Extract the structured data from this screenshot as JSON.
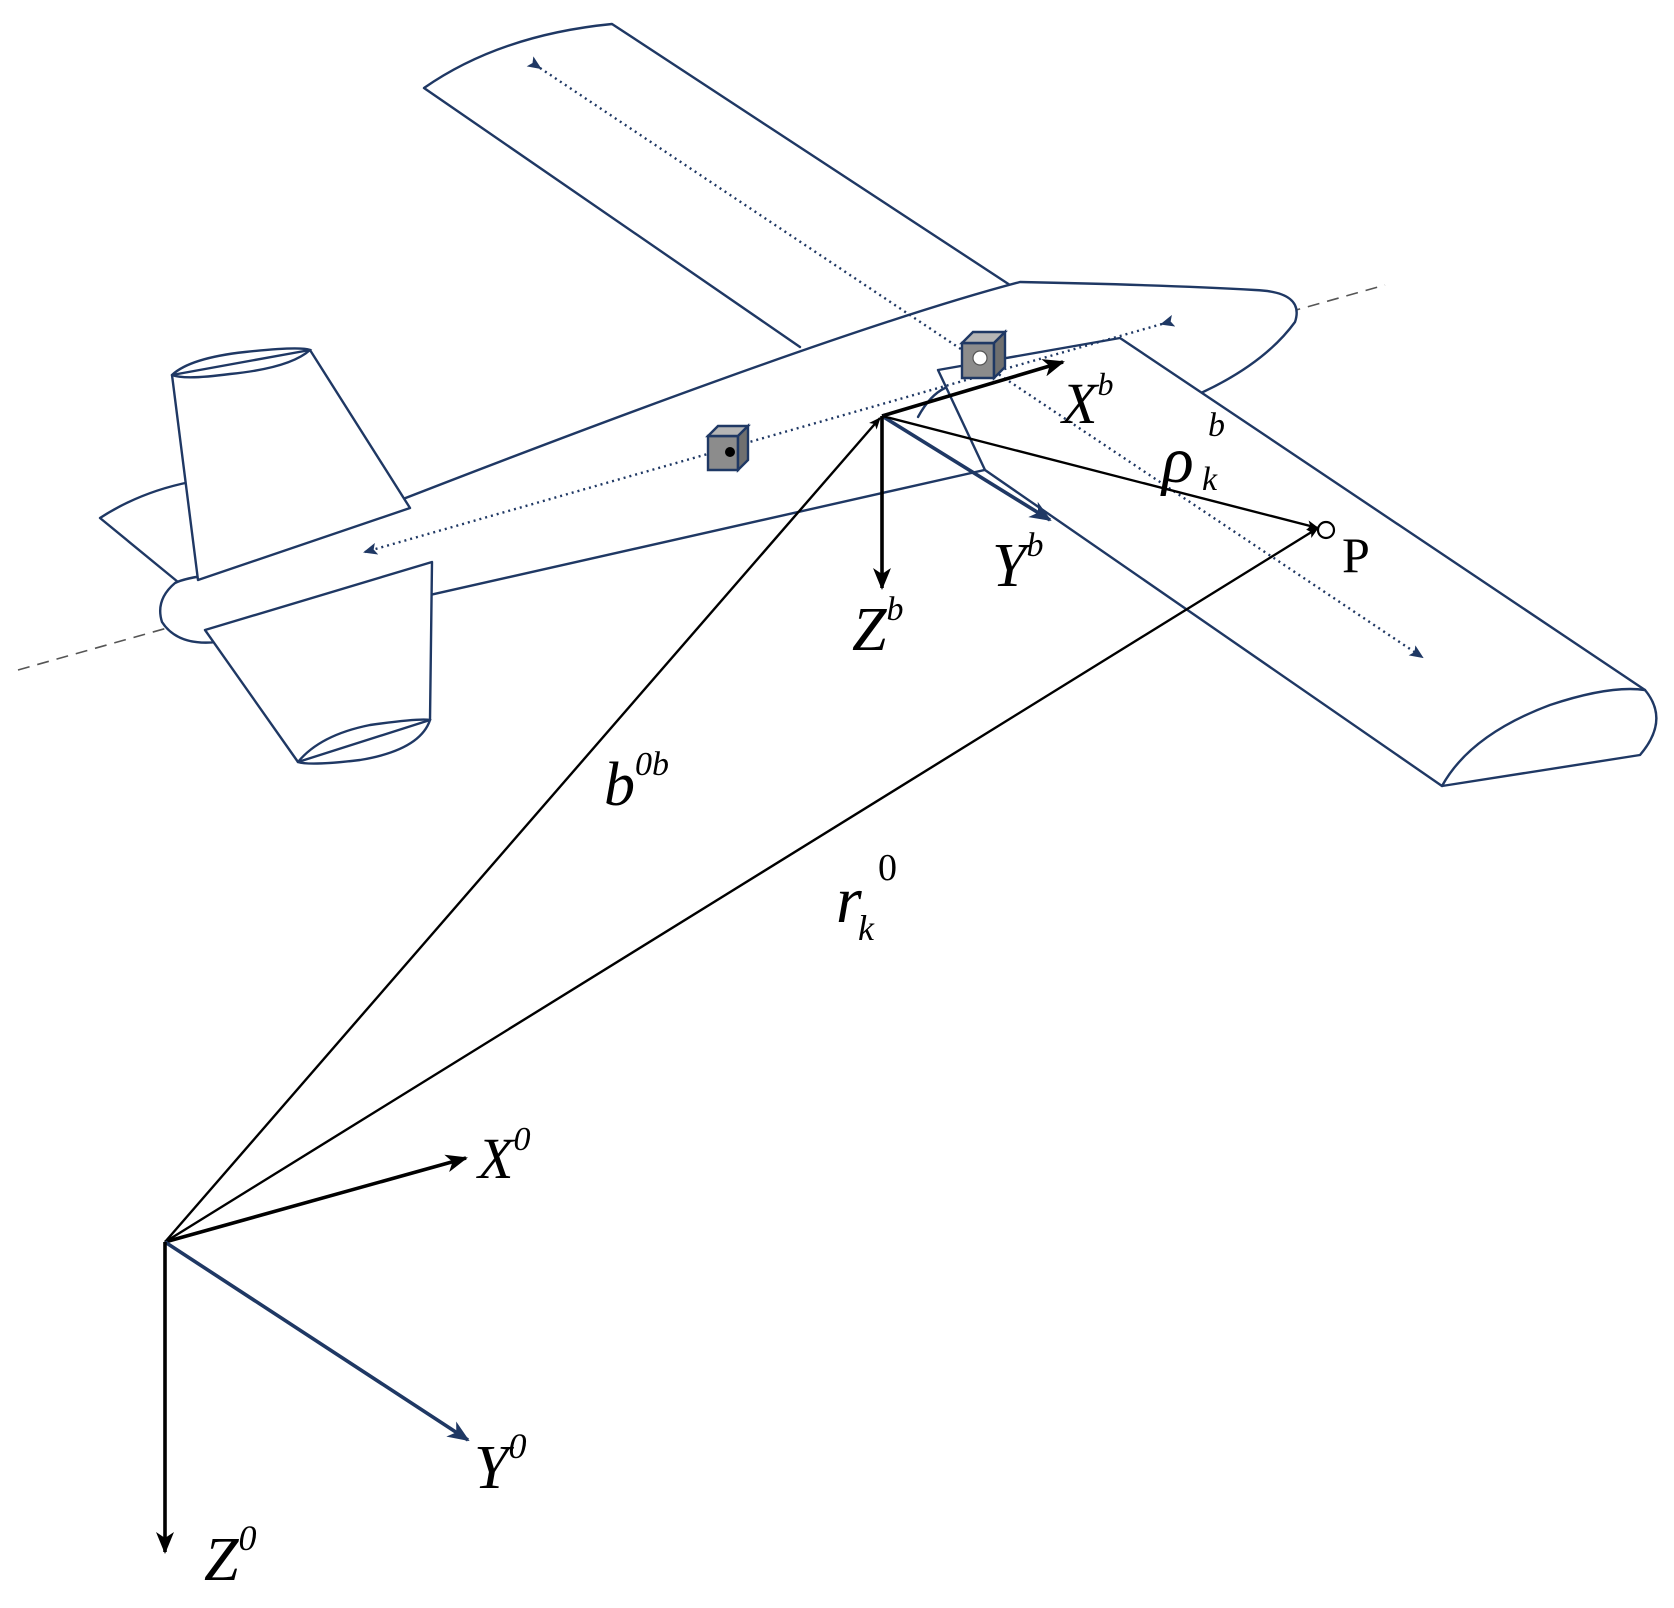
{
  "labels": {
    "body_x_base": "X",
    "body_x_sup": "b",
    "body_y_base": "Y",
    "body_y_sup": "b",
    "body_z_base": "Z",
    "body_z_sup": "b",
    "rho_base": "ρ",
    "rho_sub": "k",
    "rho_sup": "b",
    "point": "P",
    "b0b_base": "b",
    "b0b_sup": "0b",
    "rk0_base": "r",
    "rk0_sub": "k",
    "rk0_sup": "0",
    "ref_x_base": "X",
    "ref_x_sup": "0",
    "ref_y_base": "Y",
    "ref_y_sup": "0",
    "ref_z_base": "Z",
    "ref_z_sup": "0"
  },
  "colors": {
    "airframe": "#1f3864",
    "vectors": "#000000",
    "sensor": "#8c8c8c"
  }
}
